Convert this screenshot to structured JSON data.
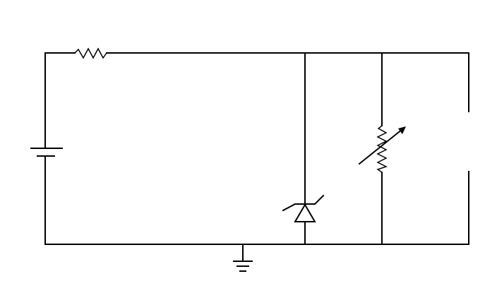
{
  "diagram": {
    "type": "circuit-schematic",
    "components": [
      {
        "name": "battery",
        "symbol": "dc-voltage-source"
      },
      {
        "name": "resistor",
        "symbol": "fixed-resistor"
      },
      {
        "name": "zener-diode",
        "symbol": "zener-diode"
      },
      {
        "name": "potentiometer",
        "symbol": "variable-resistor"
      },
      {
        "name": "open-terminals",
        "symbol": "output-gap"
      },
      {
        "name": "ground",
        "symbol": "earth-ground"
      }
    ],
    "colors": {
      "wire": "#000000",
      "background": "#ffffff"
    }
  }
}
